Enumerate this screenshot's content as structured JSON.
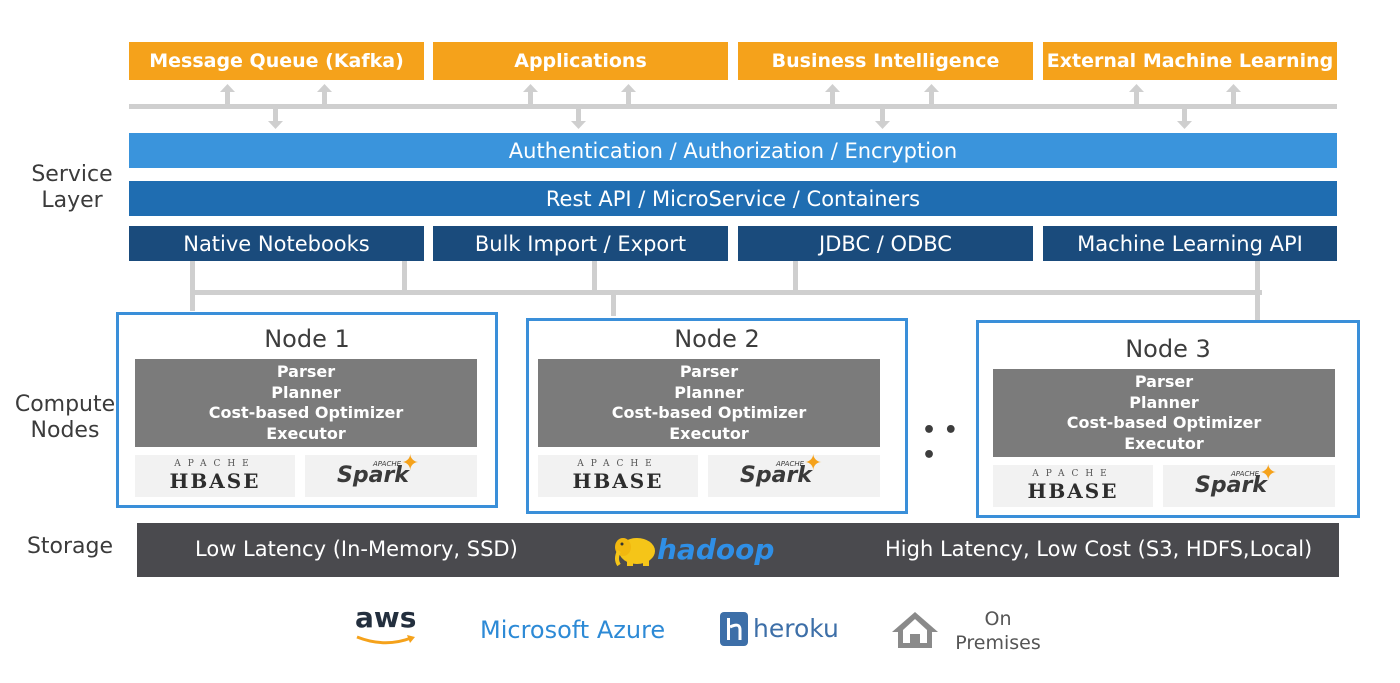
{
  "top_boxes": [
    "Message Queue (Kafka)",
    "Applications",
    "Business Intelligence",
    "External Machine Learning"
  ],
  "service_layer": {
    "label_line1": "Service",
    "label_line2": "Layer",
    "auth_bar": "Authentication / Authorization / Encryption",
    "rest_bar": "Rest API / MicroService / Containers",
    "interfaces": [
      "Native Notebooks",
      "Bulk Import / Export",
      "JDBC / ODBC",
      "Machine Learning API"
    ]
  },
  "compute": {
    "label_line1": "Compute",
    "label_line2": "Nodes",
    "ellipsis": "• • •",
    "nodes": [
      {
        "title": "Node 1",
        "steps": [
          "Parser",
          "Planner",
          "Cost-based Optimizer",
          "Executor"
        ]
      },
      {
        "title": "Node 2",
        "steps": [
          "Parser",
          "Planner",
          "Cost-based Optimizer",
          "Executor"
        ]
      },
      {
        "title": "Node 3",
        "steps": [
          "Parser",
          "Planner",
          "Cost-based Optimizer",
          "Executor"
        ]
      }
    ],
    "logos": {
      "hbase_top": "APACHE",
      "hbase": "HBASE",
      "spark_top": "APACHE",
      "spark": "Spark"
    }
  },
  "storage": {
    "label": "Storage",
    "left_text": "Low Latency (In-Memory, SSD)",
    "center_logo": "hadoop",
    "right_text": "High Latency, Low Cost (S3, HDFS,Local)"
  },
  "clouds": {
    "aws": "aws",
    "azure": "Microsoft Azure",
    "heroku": "heroku",
    "premises_line1": "On",
    "premises_line2": "Premises"
  },
  "colors": {
    "orange": "#f5a21b",
    "light_blue": "#3a94dc",
    "mid_blue": "#1f6db1",
    "navy": "#1a4b7c",
    "node_border": "#3a8fd9",
    "engine_gray": "#7b7b7b",
    "storage_dark": "#4a4a4e"
  }
}
